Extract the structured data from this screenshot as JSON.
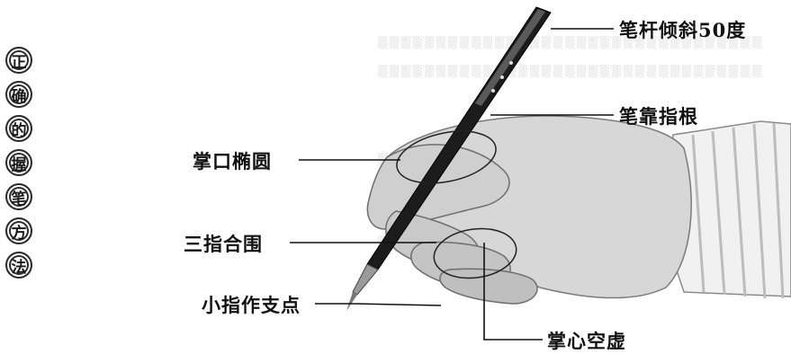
{
  "vertical_title": [
    "正",
    "确",
    "的",
    "握",
    "笔",
    "方",
    "法"
  ],
  "labels": {
    "pen_angle": "笔杆倾斜50度",
    "pen_on_root": "笔靠指根",
    "palm_ellipse": "掌口椭圆",
    "three_fingers": "三指合围",
    "little_finger": "小指作支点",
    "palm_hollow": "掌心空虚"
  },
  "colors": {
    "ink": "#111111",
    "skin": "#d9d9d9",
    "pen_body": "#1c1c1c"
  }
}
